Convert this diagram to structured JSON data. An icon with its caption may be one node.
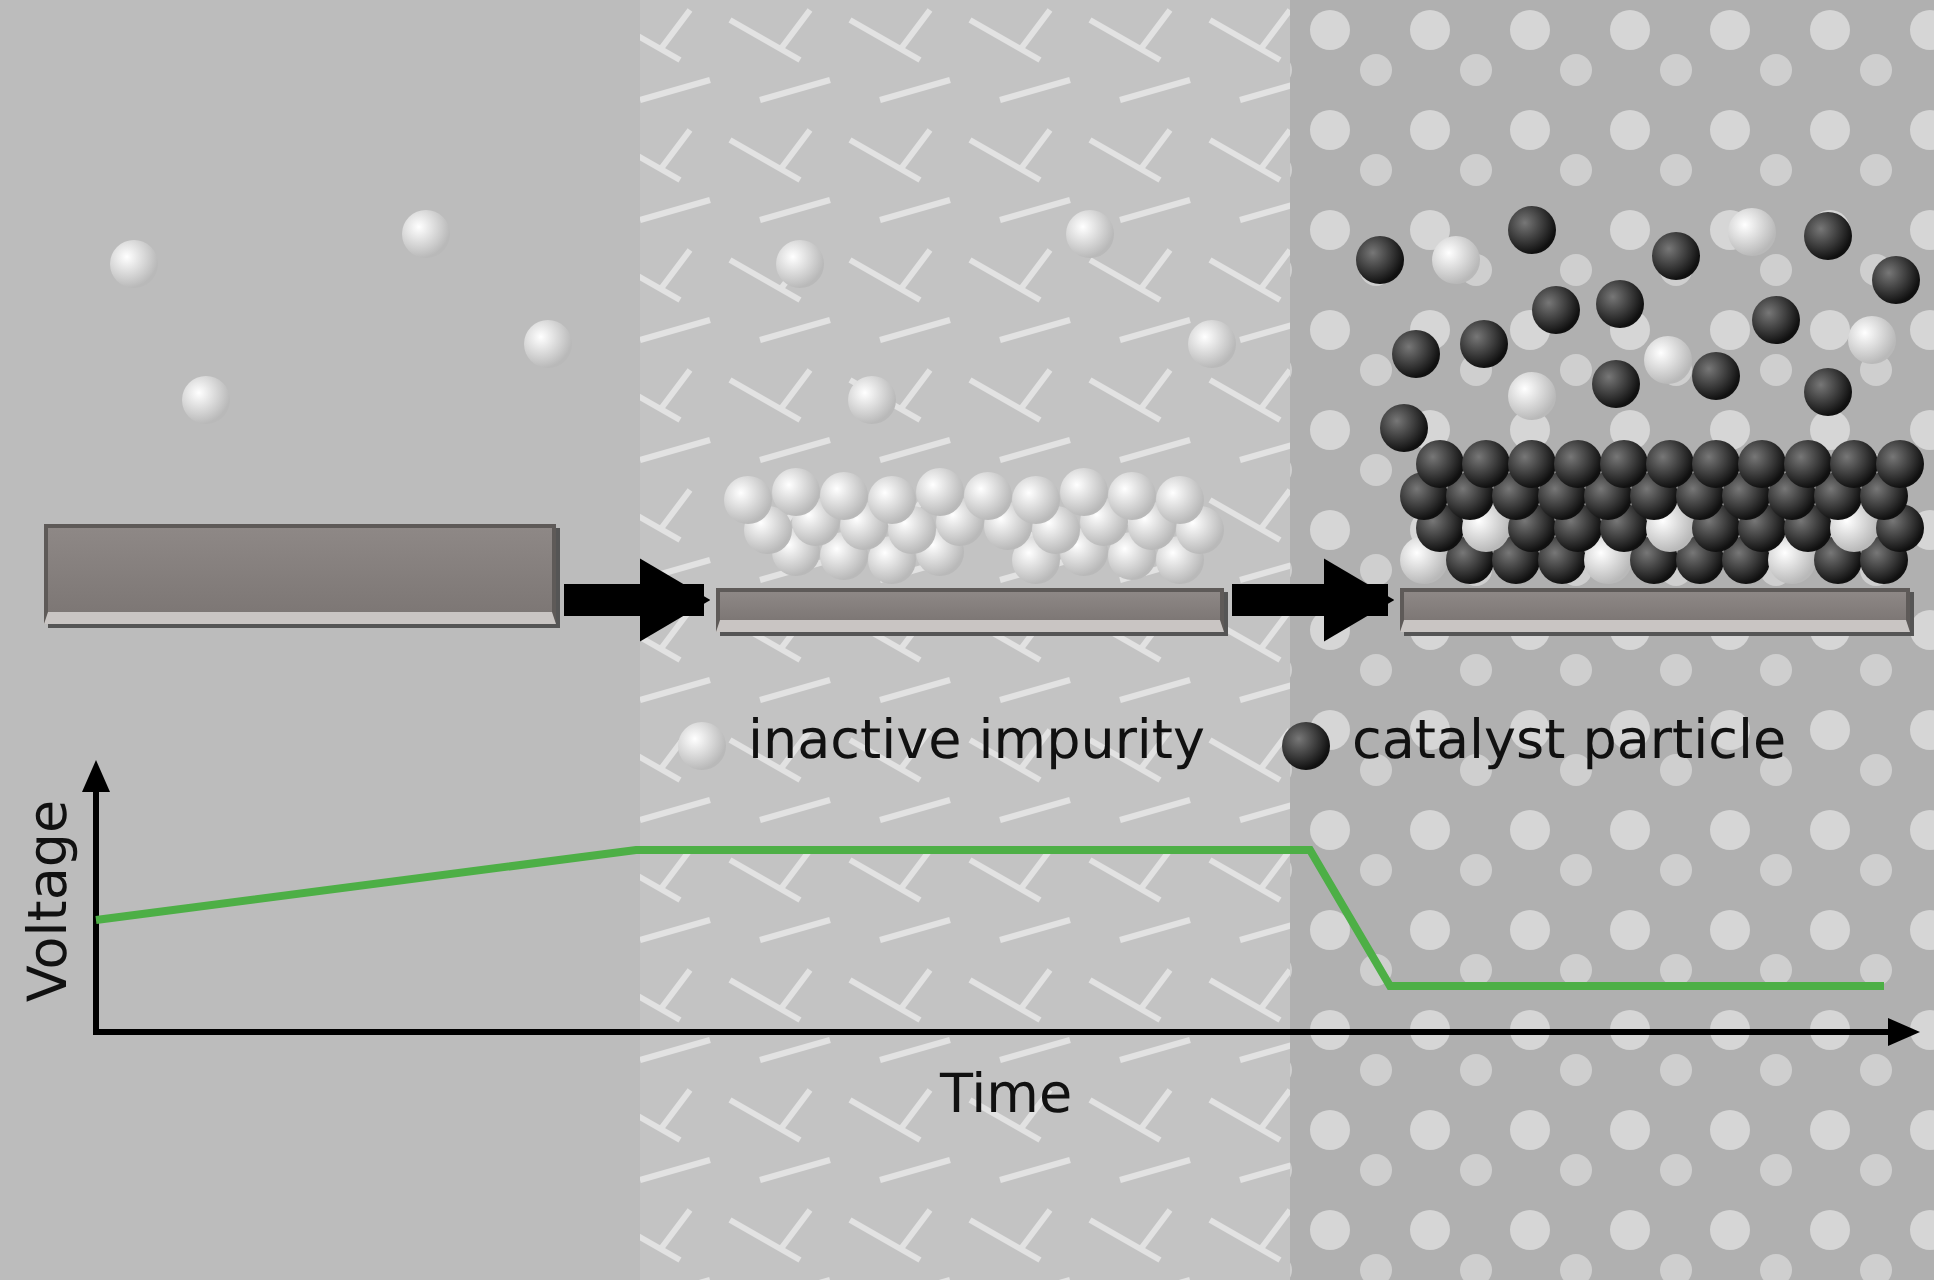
{
  "diagram": {
    "nodes": [
      {
        "text": [],
        "shape": "bar"
      },
      {
        "text": [],
        "shape": "bar"
      },
      {
        "text": [],
        "shape": "bar"
      }
    ],
    "edges": [
      {
        "from": 0,
        "to": 1,
        "arrow": "to"
      },
      {
        "from": 1,
        "to": 2,
        "arrow": "to"
      }
    ],
    "labels": [
      "Voltage",
      "Time"
    ],
    "legend": [
      {
        "text": "inactive impurity"
      },
      {
        "text": "catalyst particle"
      }
    ]
  }
}
